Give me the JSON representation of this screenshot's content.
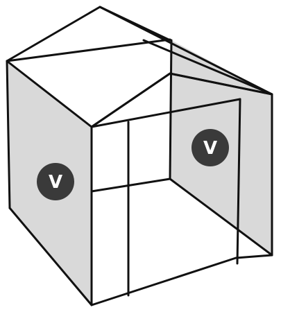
{
  "colors": {
    "line": "#111111",
    "panel_fill": "#d9d9d9",
    "badge_fill": "#3a3a3a",
    "badge_text": "#ffffff",
    "background": "#ffffff"
  },
  "markers": [
    {
      "id": "left-side",
      "label": "V"
    },
    {
      "id": "right-side",
      "label": "V"
    }
  ]
}
